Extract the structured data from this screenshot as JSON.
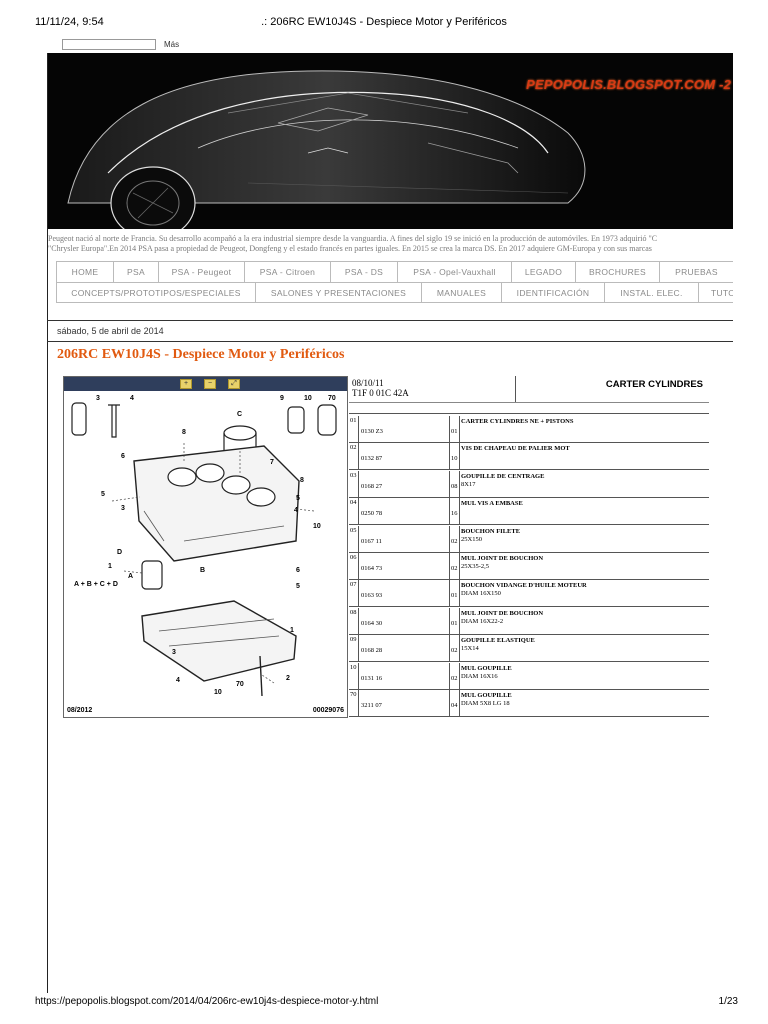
{
  "print_header": {
    "datetime": "11/11/24, 9:54",
    "page_title": ".: 206RC EW10J4S - Despiece Motor y Periféricos"
  },
  "navbar": {
    "search_value": "",
    "more_label": "Más"
  },
  "banner": {
    "brand_text": "PEPOPOLIS.BLOGSPOT.COM -2",
    "background_color": "#050505",
    "brand_color": "#d83a14"
  },
  "description": {
    "line1": "Peugeot nació al norte de Francia. Su desarrollo acompañó a la era industrial siempre desde la vanguardia. A fines del siglo 19 se inició en la producción de automóviles. En 1973 adquirió \"C",
    "line2": "\"Chrysler Europa\".En 2014 PSA pasa a propiedad de Peugeot, Dongfeng y el estado francés en partes iguales. En 2015 se crea la marca DS. En 2017 adquiere GM-Europa y con sus marcas"
  },
  "menu": {
    "row1": [
      "HOME",
      "PSA",
      "PSA - Peugeot",
      "PSA - Citroen",
      "PSA - DS",
      "PSA - Opel-Vauxhall",
      "LEGADO",
      "BROCHURES",
      "PRUEBAS"
    ],
    "row2": [
      "CONCEPTS/PROTOTIPOS/ESPECIALES",
      "SALONES Y PRESENTACIONES",
      "MANUALES",
      "IDENTIFICACIÓN",
      "INSTAL. ELEC.",
      "TUTO"
    ]
  },
  "post": {
    "date": "sábado, 5 de abril de 2014",
    "title": "206RC EW10J4S - Despiece Motor y Periféricos",
    "title_color": "#e15a10"
  },
  "diagram": {
    "date": "08/2012",
    "code": "00029076",
    "callouts": [
      "3",
      "4",
      "9",
      "10",
      "70",
      "C",
      "8",
      "6",
      "5",
      "7",
      "8",
      "3",
      "5",
      "1",
      "4",
      "A + B + C + D",
      "D",
      "A",
      "10",
      "B",
      "6",
      "5",
      "3",
      "4",
      "10",
      "2",
      "70",
      "1"
    ]
  },
  "parts_table": {
    "date": "08/10/11",
    "code": "T1F 0 01C 42A",
    "title": "CARTER CYLINDRES",
    "rows": [
      {
        "idx": "01",
        "ref": "0130 Z3",
        "qty": "01",
        "name": "CARTER CYLINDRES NE + PISTONS",
        "detail": ""
      },
      {
        "idx": "02",
        "ref": "0132 87",
        "qty": "10",
        "name": "VIS DE CHAPEAU DE PALIER MOT",
        "detail": ""
      },
      {
        "idx": "03",
        "ref": "0168 27",
        "qty": "08",
        "name": "GOUPILLE DE CENTRAGE",
        "detail": "8X17"
      },
      {
        "idx": "04",
        "ref": "0250 78",
        "qty": "16",
        "name": "MUL VIS A EMBASE",
        "detail": ""
      },
      {
        "idx": "05",
        "ref": "0167 11",
        "qty": "02",
        "name": "BOUCHON FILETE",
        "detail": "25X150"
      },
      {
        "idx": "06",
        "ref": "0164 73",
        "qty": "02",
        "name": "MUL JOINT DE BOUCHON",
        "detail": "25X35-2,5"
      },
      {
        "idx": "07",
        "ref": "0163 93",
        "qty": "01",
        "name": "BOUCHON VIDANGE D'HUILE MOTEUR",
        "detail": "DIAM 16X150"
      },
      {
        "idx": "08",
        "ref": "0164 30",
        "qty": "01",
        "name": "MUL JOINT DE BOUCHON",
        "detail": "DIAM 16X22-2"
      },
      {
        "idx": "09",
        "ref": "0168 28",
        "qty": "02",
        "name": "GOUPILLE ELASTIQUE",
        "detail": "15X14"
      },
      {
        "idx": "10",
        "ref": "0131 16",
        "qty": "02",
        "name": "MUL GOUPILLE",
        "detail": "DIAM 16X16"
      },
      {
        "idx": "70",
        "ref": "3211 07",
        "qty": "04",
        "name": "MUL GOUPILLE",
        "detail": "DIAM 5X8 LG 18"
      }
    ]
  },
  "print_footer": {
    "url": "https://pepopolis.blogspot.com/2014/04/206rc-ew10j4s-despiece-motor-y.html",
    "page": "1/23"
  }
}
